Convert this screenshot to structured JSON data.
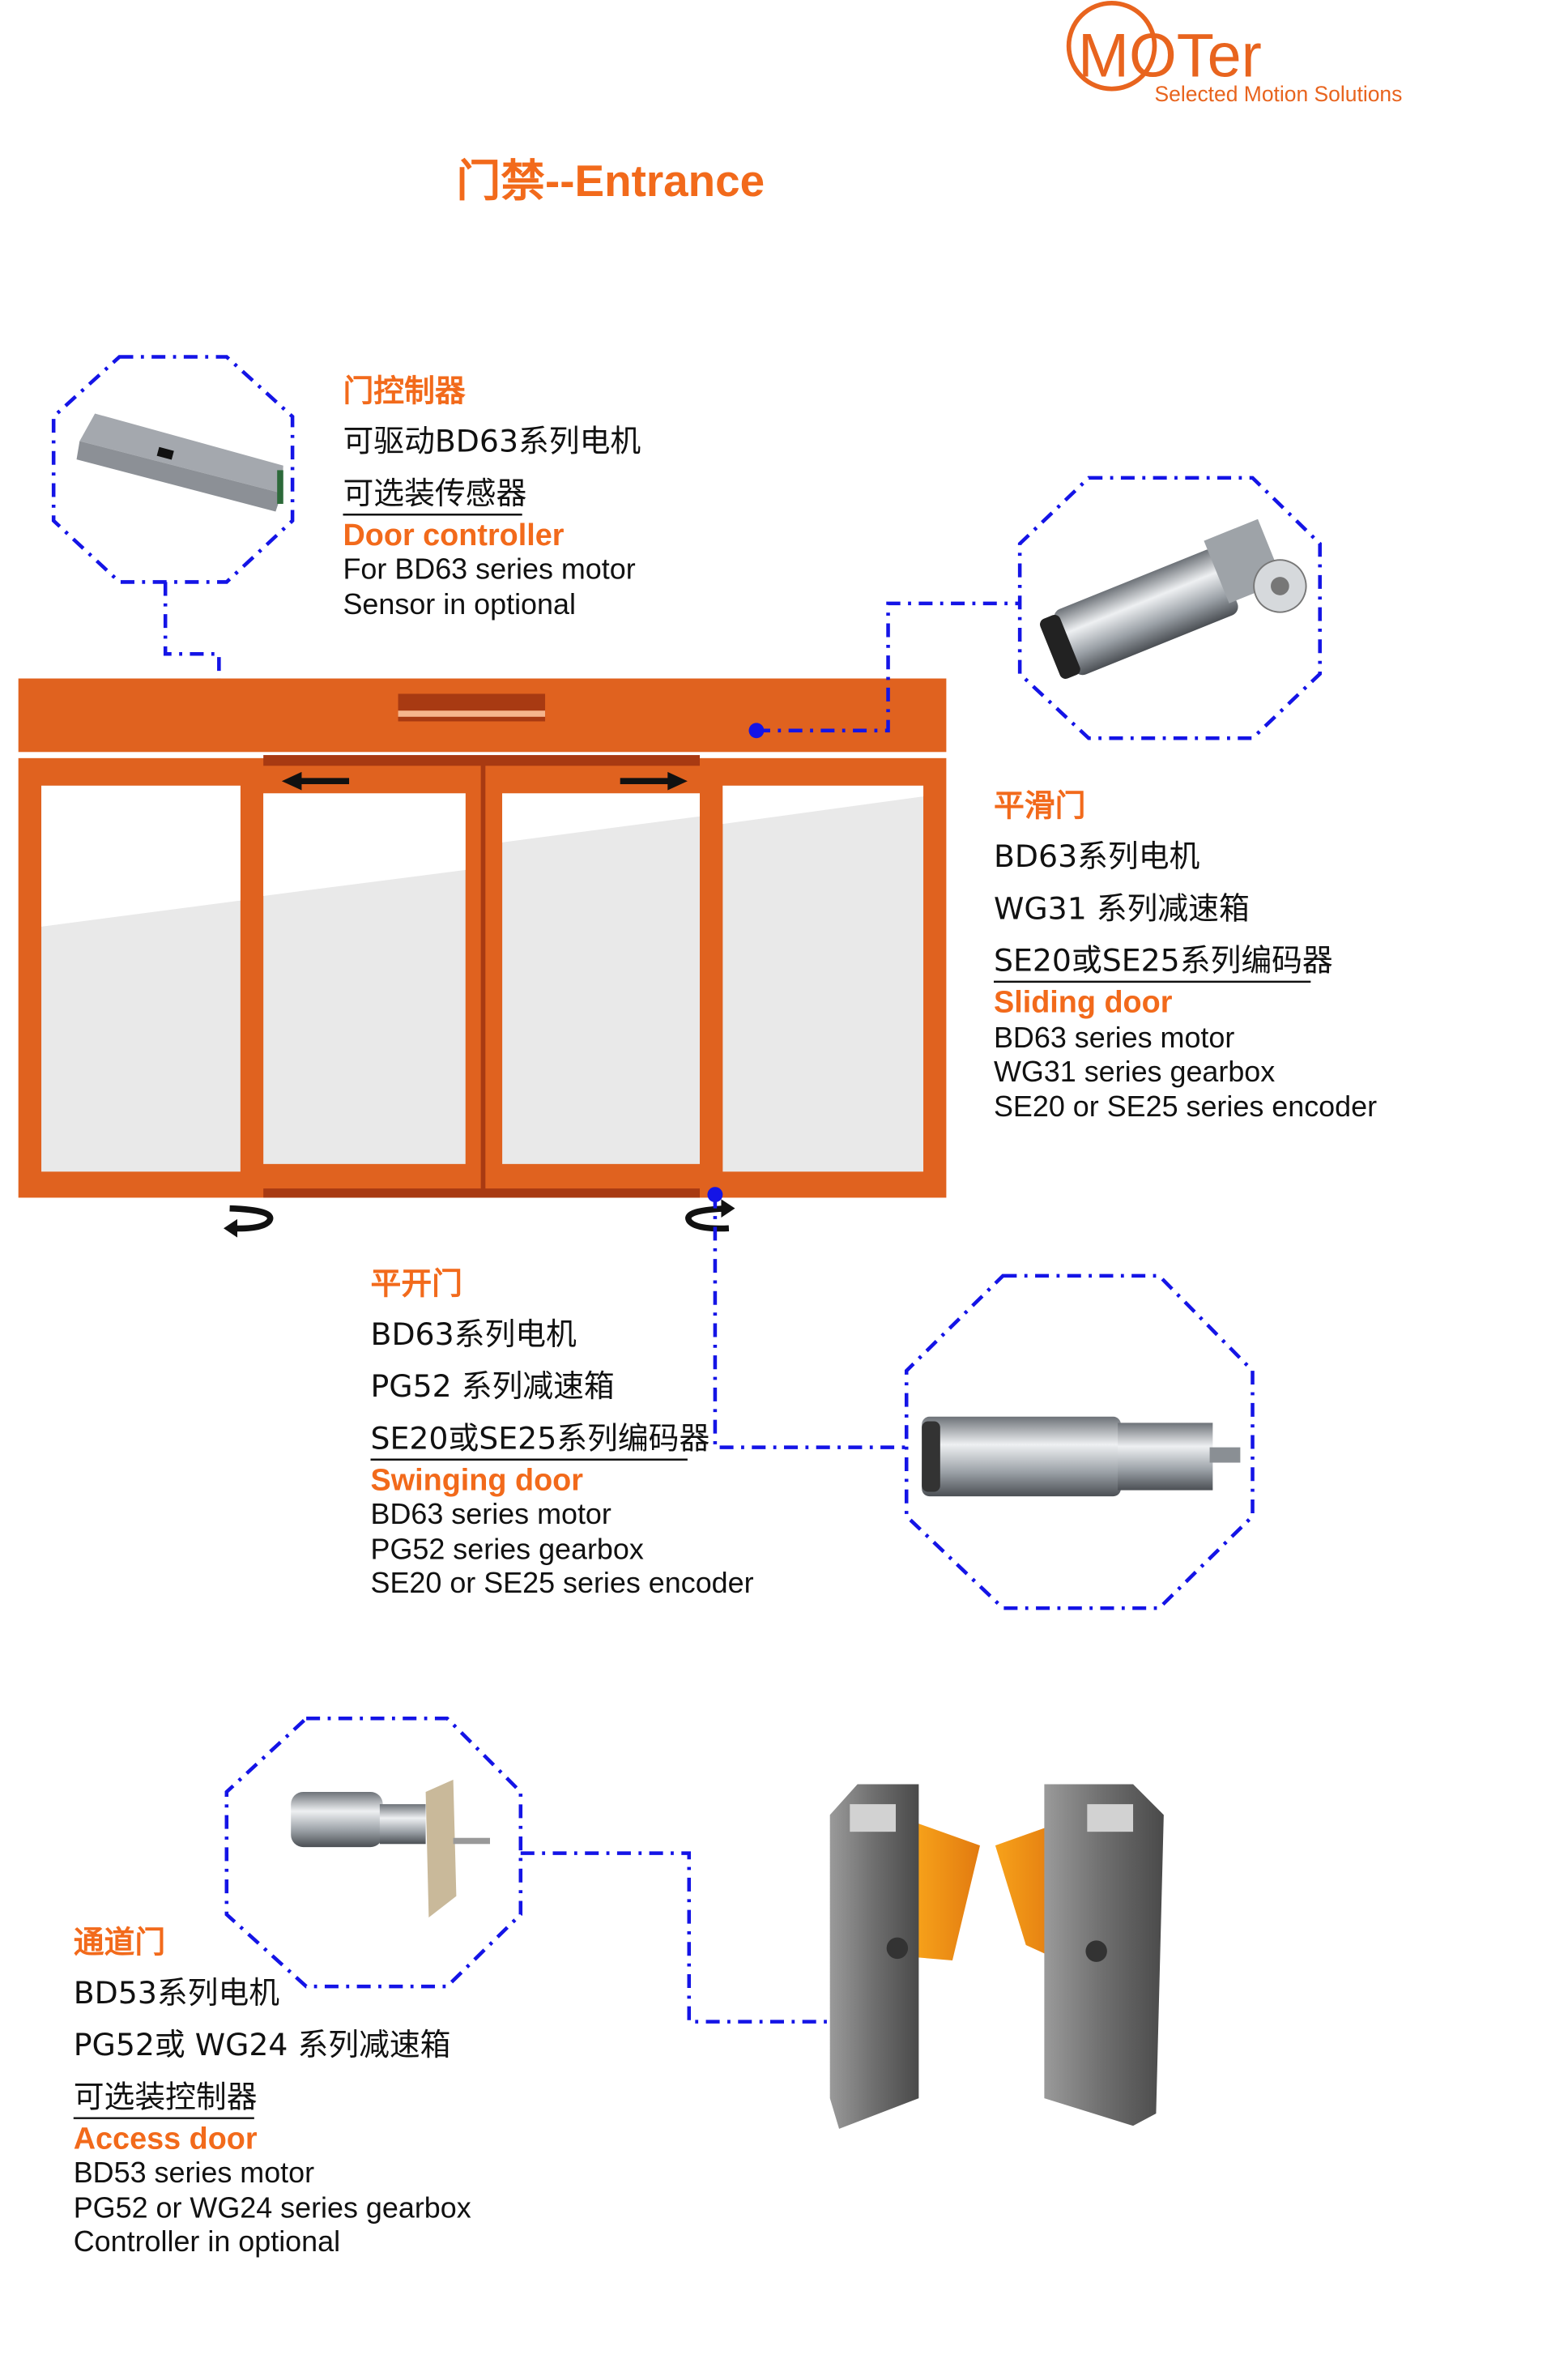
{
  "logo": {
    "brand": "MOTer",
    "tagline": "Selected Motion Solutions"
  },
  "title": "门禁--Entrance",
  "colors": {
    "accent": "#F26A1B",
    "door": "#E0621F",
    "connector": "#1414E6"
  },
  "door_controller": {
    "cn_title": "门控制器",
    "cn_lines": [
      "可驱动BD63系列电机",
      "可选装传感器"
    ],
    "en_title": "Door controller",
    "en_lines": [
      "For BD63 series motor",
      "Sensor in optional"
    ]
  },
  "sliding_door": {
    "cn_title": "平滑门",
    "cn_lines": [
      "BD63系列电机",
      "WG31 系列减速箱",
      "SE20或SE25系列编码器"
    ],
    "en_title": "Sliding door",
    "en_lines": [
      "BD63 series motor",
      "WG31 series gearbox",
      "SE20 or SE25 series encoder"
    ]
  },
  "swinging_door": {
    "cn_title": "平开门",
    "cn_lines": [
      "BD63系列电机",
      "PG52 系列减速箱",
      "SE20或SE25系列编码器"
    ],
    "en_title": "Swinging door",
    "en_lines": [
      "BD63 series motor",
      "PG52 series gearbox",
      "SE20 or SE25 series encoder"
    ]
  },
  "access_door": {
    "cn_title": "通道门",
    "cn_lines": [
      "BD53系列电机",
      "PG52或 WG24 系列减速箱",
      "可选装控制器"
    ],
    "en_title": "Access door",
    "en_lines": [
      "BD53 series motor",
      "PG52 or WG24 series gearbox",
      "Controller in optional"
    ]
  }
}
